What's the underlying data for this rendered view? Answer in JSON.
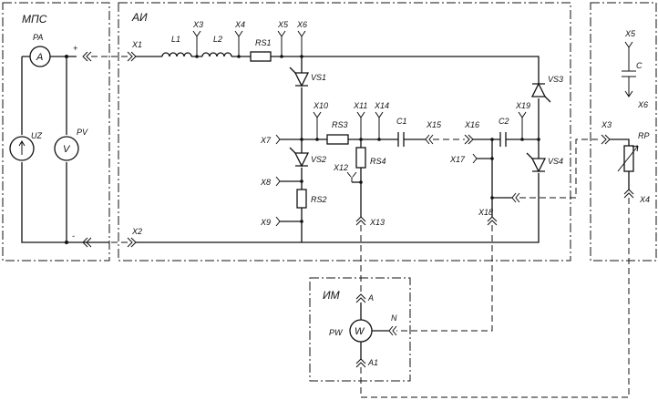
{
  "blocks": {
    "mps": "МПС",
    "ai": "АИ",
    "im": "ИМ"
  },
  "meters": {
    "pa": "A",
    "pv": "V",
    "pw": "W"
  },
  "labels": {
    "PA": "PA",
    "PV": "PV",
    "UZ": "UZ",
    "PW": "PW",
    "RP": "RP",
    "L1": "L1",
    "L2": "L2",
    "RS1": "RS1",
    "RS2": "RS2",
    "RS3": "RS3",
    "RS4": "RS4",
    "VS1": "VS1",
    "VS2": "VS2",
    "VS3": "VS3",
    "VS4": "VS4",
    "C1": "C1",
    "C2": "C2",
    "C": "C",
    "X1": "X1",
    "X2": "X2",
    "X3": "X3",
    "X4": "X4",
    "X5": "X5",
    "X6": "X6",
    "X7": "X7",
    "X8": "X8",
    "X9": "X9",
    "X10": "X10",
    "X11": "X11",
    "X12": "X12",
    "X13": "X13",
    "X14": "X14",
    "X15": "X15",
    "X16": "X16",
    "X17": "X17",
    "X18": "X18",
    "X19": "X19",
    "RX3": "X3",
    "RX4": "X4",
    "CX5": "X5",
    "CX6": "X6",
    "IM_A": "A",
    "IM_N": "N",
    "IM_A1": "A1",
    "plus": "+",
    "minus": "-"
  }
}
